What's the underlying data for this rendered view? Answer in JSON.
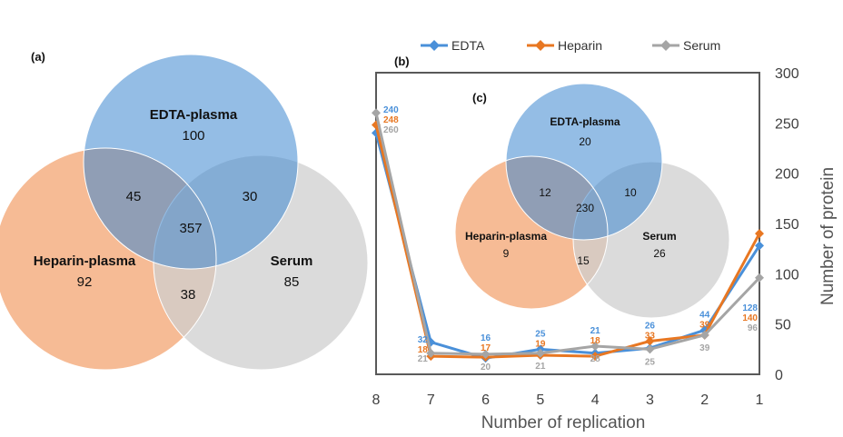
{
  "panel_a": {
    "label": "(a)",
    "sets": [
      {
        "name": "EDTA-plasma",
        "value": "100",
        "color": "#3d86d0"
      },
      {
        "name": "Heparin-plasma",
        "value": "92",
        "color": "#f5b58c"
      },
      {
        "name": "Serum",
        "value": "85",
        "color": "#cfcfcf"
      }
    ],
    "overlaps": {
      "edta_heparin": "45",
      "edta_serum": "30",
      "heparin_serum": "38",
      "all": "357"
    }
  },
  "panel_b": {
    "label": "(b)"
  },
  "panel_c": {
    "label": "(c)",
    "sets": [
      {
        "name": "EDTA-plasma",
        "value": "20",
        "color": "#3d86d0"
      },
      {
        "name": "Heparin-plasma",
        "value": "9",
        "color": "#f5b58c"
      },
      {
        "name": "Serum",
        "value": "26",
        "color": "#cfcfcf"
      }
    ],
    "overlaps": {
      "edta_heparin": "12",
      "edta_serum": "10",
      "heparin_serum": "15",
      "all": "230"
    }
  },
  "chart_data": {
    "type": "line",
    "x": [
      8,
      7,
      6,
      5,
      4,
      3,
      2,
      1
    ],
    "xlabel": "Number of replication",
    "ylabel": "Number of protein",
    "ylim": [
      0,
      300
    ],
    "yticks": [
      0,
      50,
      100,
      150,
      200,
      250,
      300
    ],
    "y_axis_side": "right",
    "grid": false,
    "legend_position": "top",
    "series": [
      {
        "name": "EDTA",
        "color": "#4a90d9",
        "values": [
          240,
          32,
          16,
          25,
          21,
          26,
          44,
          128
        ]
      },
      {
        "name": "Heparin",
        "color": "#e87722",
        "values": [
          248,
          18,
          17,
          19,
          18,
          33,
          39,
          140
        ]
      },
      {
        "name": "Serum",
        "color": "#a5a5a5",
        "values": [
          260,
          21,
          20,
          21,
          28,
          25,
          39,
          96
        ]
      }
    ]
  }
}
